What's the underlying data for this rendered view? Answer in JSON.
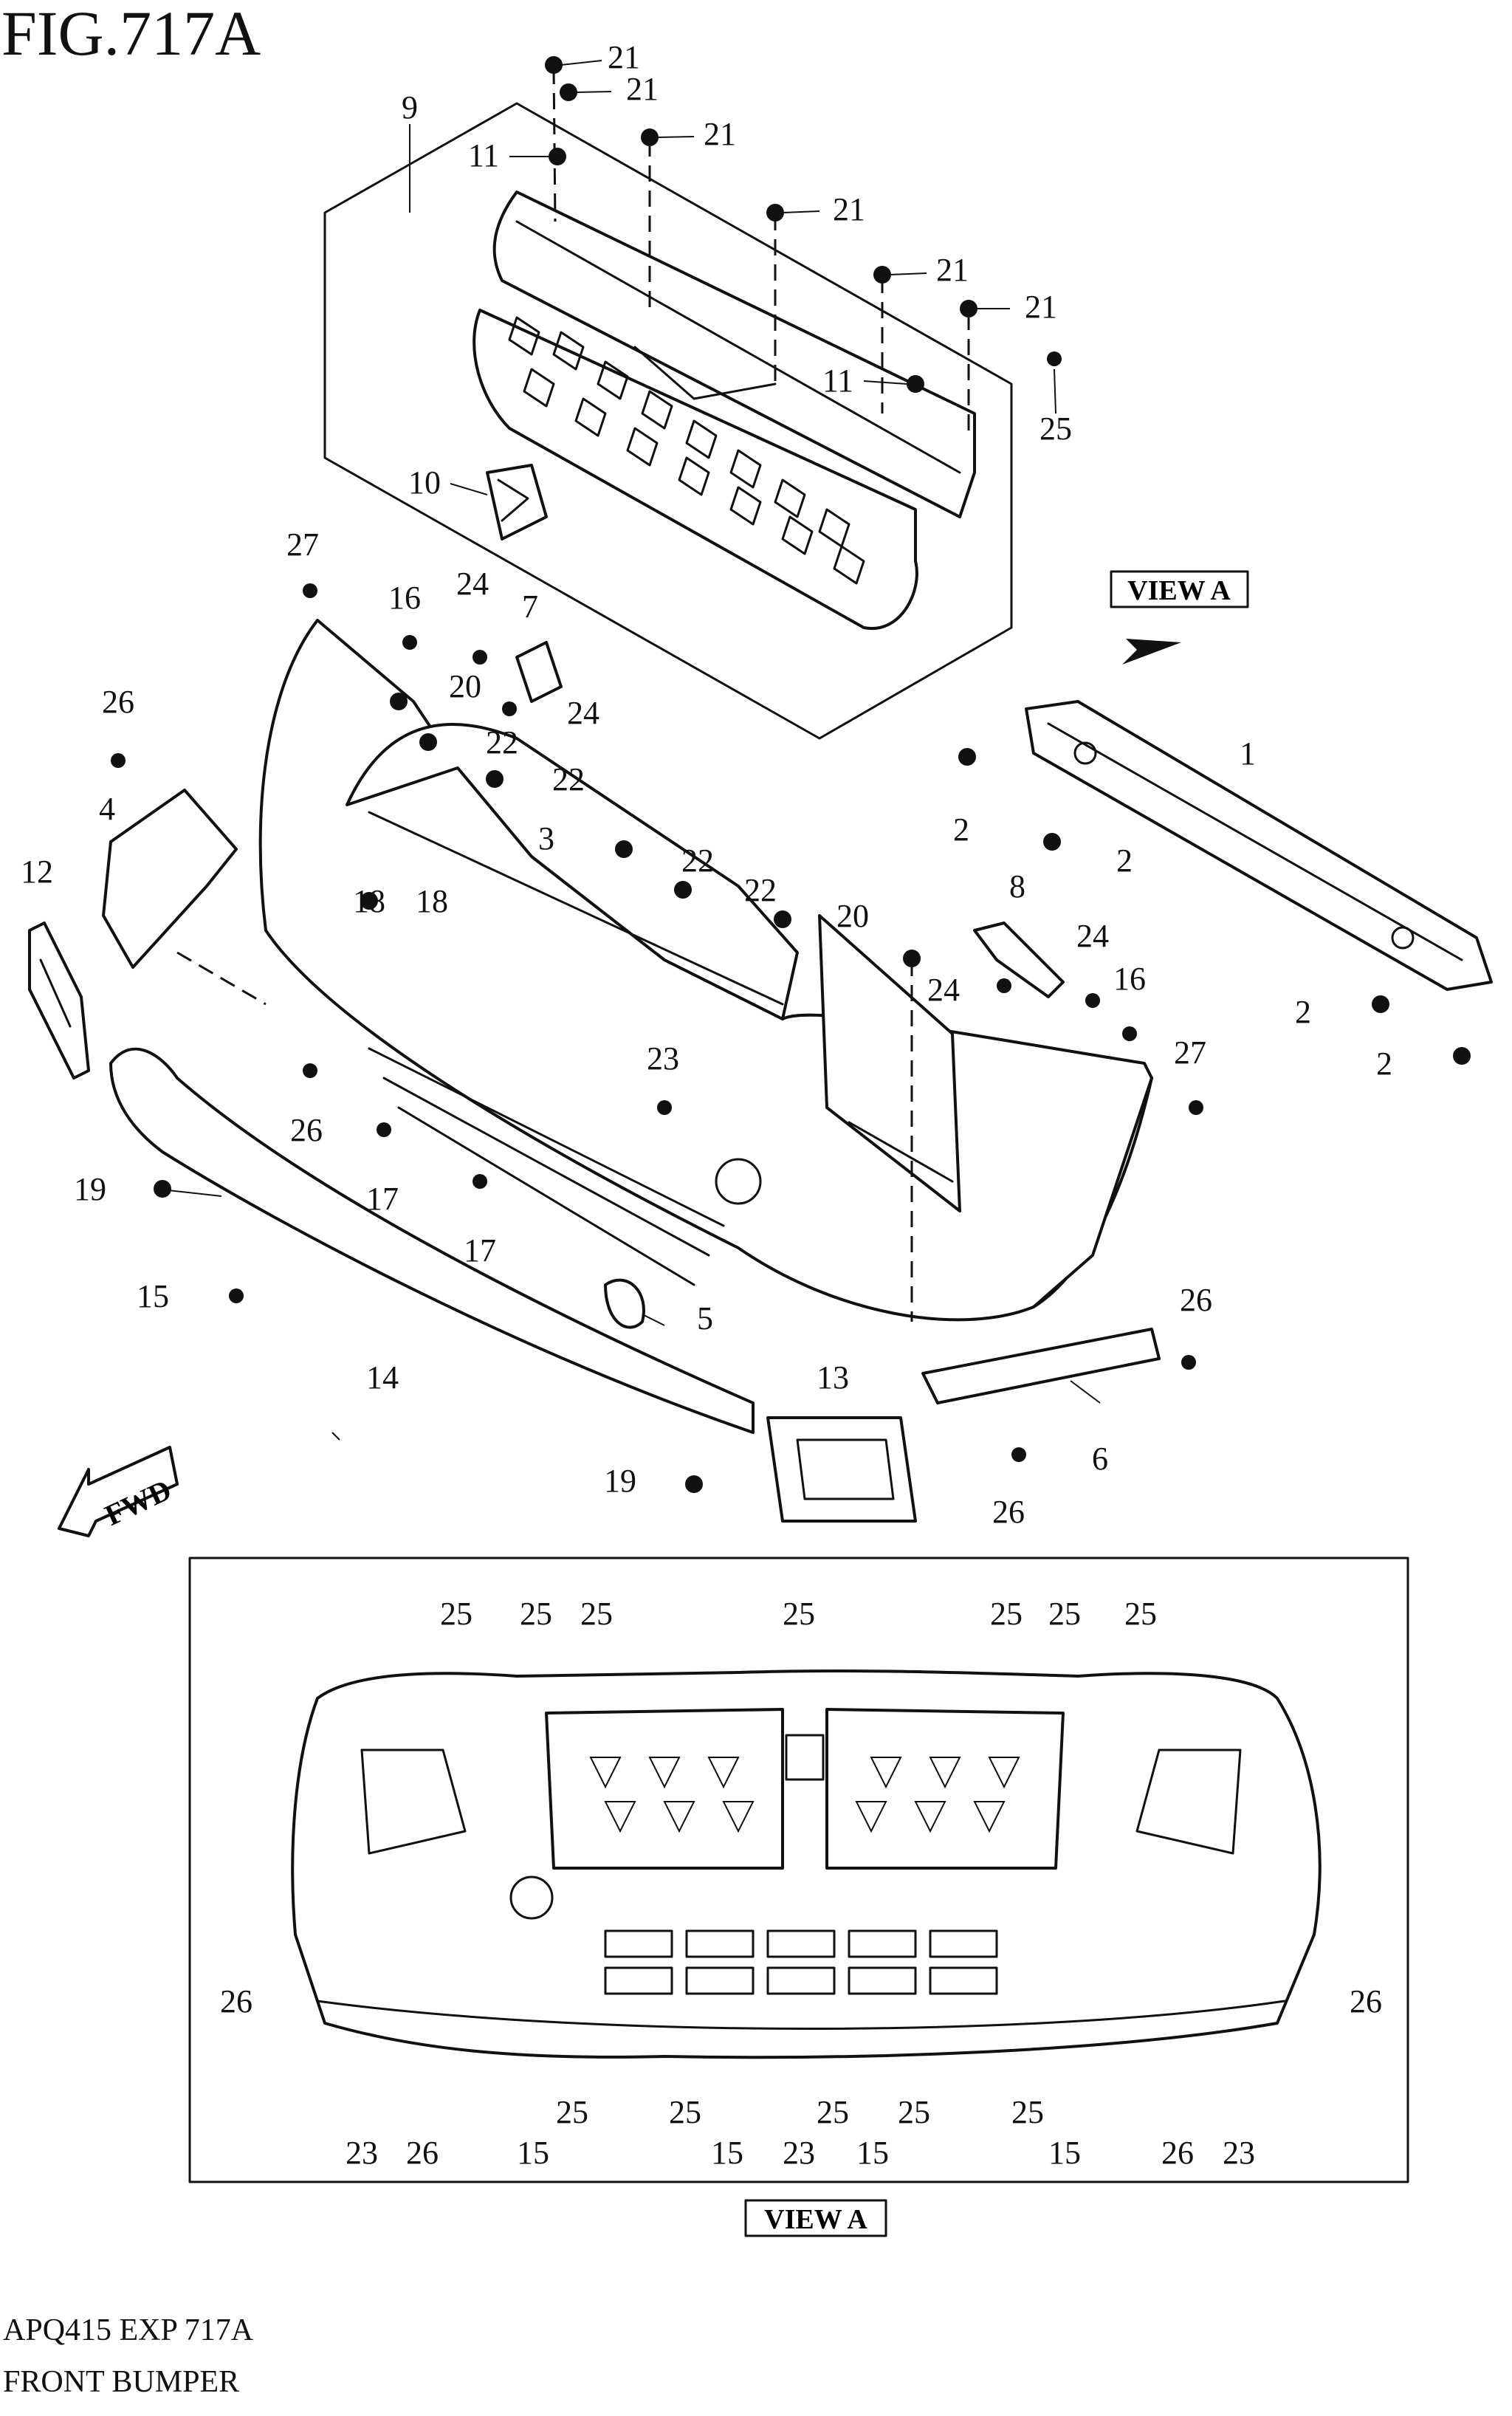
{
  "figure": {
    "title": "FIG.717A"
  },
  "footer": {
    "code": "APQ415 EXP 717A",
    "name": "FRONT BUMPER"
  },
  "view_labels": {
    "callout": "VIEW A",
    "detail": "VIEW A"
  },
  "direction_label": "FWD",
  "colors": {
    "ink": "#111111",
    "background": "#ffffff"
  },
  "callouts_main": [
    "21",
    "21",
    "21",
    "21",
    "21",
    "21",
    "9",
    "11",
    "11",
    "25",
    "10",
    "27",
    "16",
    "24",
    "7",
    "20",
    "24",
    "26",
    "22",
    "22",
    "3",
    "22",
    "22",
    "18",
    "20",
    "4",
    "12",
    "18",
    "8",
    "24",
    "24",
    "16",
    "27",
    "1",
    "2",
    "2",
    "2",
    "2",
    "23",
    "26",
    "19",
    "17",
    "17",
    "15",
    "14",
    "5",
    "13",
    "26",
    "6",
    "19",
    "26"
  ],
  "callouts_view": [
    "25",
    "25",
    "25",
    "25",
    "25",
    "25",
    "25",
    "26",
    "26",
    "23",
    "26",
    "15",
    "25",
    "25",
    "15",
    "23",
    "25",
    "15",
    "25",
    "25",
    "15",
    "26",
    "23"
  ]
}
